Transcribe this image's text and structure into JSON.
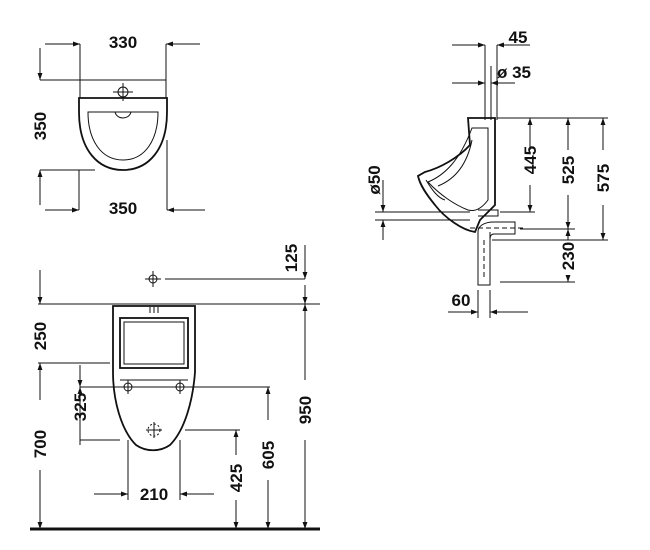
{
  "top_view": {
    "width_top": "330",
    "height": "350",
    "width_bottom": "350"
  },
  "side_view": {
    "depth_offset": "45",
    "pipe_diameter": "ø 35",
    "inlet_diameter": "ø50",
    "height_445": "445",
    "height_525": "525",
    "height_575": "575",
    "height_230": "230",
    "offset_60": "60"
  },
  "front_view": {
    "top_offset_125": "125",
    "upper_250": "250",
    "inner_325": "325",
    "total_950": "950",
    "rim_700": "700",
    "height_605": "605",
    "height_425": "425",
    "width_210": "210"
  },
  "colors": {
    "line": "#111111",
    "background": "#ffffff"
  }
}
